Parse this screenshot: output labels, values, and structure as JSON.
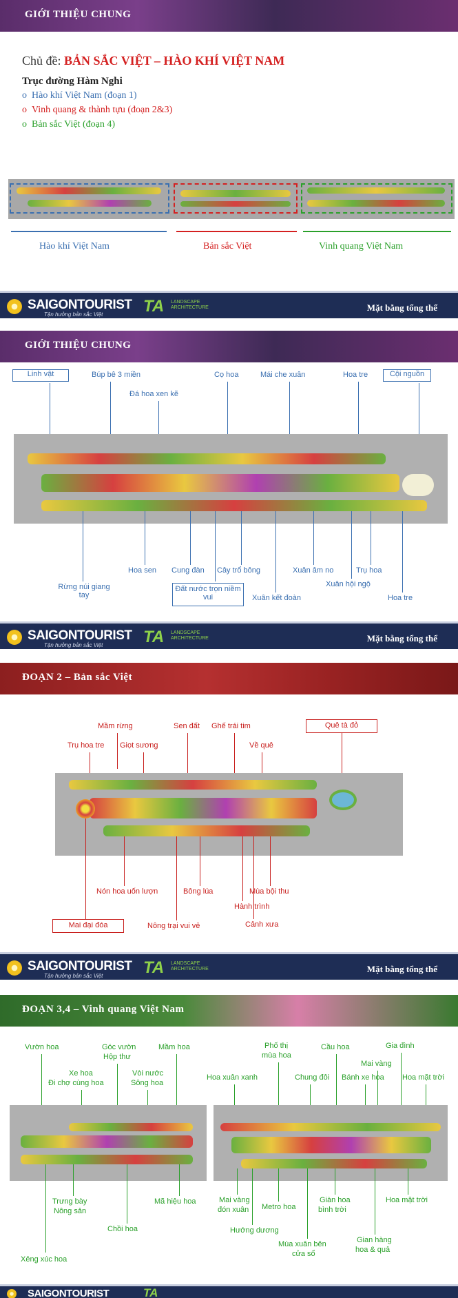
{
  "slide1": {
    "header": "GIỚI THIỆU CHUNG",
    "theme_prefix": "Chủ đề:",
    "theme": "BẢN SẮC VIỆT – HÀO KHÍ VIỆT NAM",
    "subtitle": "Trục đường Hàm Nghi",
    "bullets": [
      "Hào khí Việt Nam (đoạn 1)",
      "Vinh quang & thành tựu (đoạn 2&3)",
      "Bản sắc Việt (đoạn 4)"
    ],
    "segments": [
      "Hào khí Việt Nam",
      "Bản sắc Việt",
      "Vinh quang Việt Nam"
    ]
  },
  "slide2": {
    "header": "GIỚI THIỆU CHUNG",
    "boxes_top": [
      "Linh vật",
      "Cội nguồn"
    ],
    "labels_top": [
      "Búp bê 3 miền",
      "Đá hoa xen kẽ",
      "Cọ hoa",
      "Mái che xuân",
      "Hoa tre"
    ],
    "labels_bottom": [
      "Rừng núi giang tay",
      "Hoa sen",
      "Cung đàn",
      "Cây trổ bông",
      "Xuân kết đoàn",
      "Xuân âm no",
      "Xuân hội ngộ",
      "Trụ hoa",
      "Hoa tre"
    ],
    "box_bottom": "Đất nước trọn niềm vui"
  },
  "slide3": {
    "header": "ĐOẠN 2 – Bản sắc Việt",
    "labels_top": [
      "Mầm rừng",
      "Trụ hoa tre",
      "Giọt sương",
      "Sen đất",
      "Ghế trái tim",
      "Về quê"
    ],
    "box_top": "Quê tà đỏ",
    "labels_bottom": [
      "Nón hoa uốn lượn",
      "Bông lúa",
      "Mùa bội thu",
      "Hành trình",
      "Nông trại vui vẻ",
      "Cảnh xưa"
    ],
    "box_bottom": "Mai đại đóa"
  },
  "slide4": {
    "header": "ĐOẠN 3,4 – Vinh quang Việt Nam",
    "labels_top": [
      "Vườn hoa",
      "Góc vườn",
      "Hộp thư",
      "Mầm hoa",
      "Xe hoa",
      "Đi chợ cùng hoa",
      "Vòi nước",
      "Sông hoa",
      "Phố thị",
      "mùa hoa",
      "Cầu hoa",
      "Gia đình",
      "Mai vàng",
      "Hoa xuân xanh",
      "Chung đôi",
      "Bánh xe hoa",
      "Hoa mặt trời"
    ],
    "labels_bottom": [
      "Trưng bày",
      "Nông sản",
      "Chồi hoa",
      "Mã hiệu hoa",
      "Xẻng xúc hoa",
      "Mai vàng",
      "đón xuân",
      "Metro hoa",
      "Giàn hoa",
      "bình trời",
      "Hoa mặt trời",
      "Hướng dương",
      "Mùa xuân bên",
      "cửa sổ",
      "Gian hàng",
      "hoa & quả"
    ]
  },
  "footer": {
    "brand": "SAIGONTOURIST",
    "tagline": "Tận hưởng bản sắc Việt",
    "ta": "TA",
    "ta_sub": "LANDSCAPE ARCHITECTURE",
    "label": "Mặt bằng tổng thể"
  },
  "colors": {
    "blue": "#3a6fb0",
    "red": "#c8201e",
    "green": "#2aa02a",
    "navy": "#1e2d55"
  }
}
